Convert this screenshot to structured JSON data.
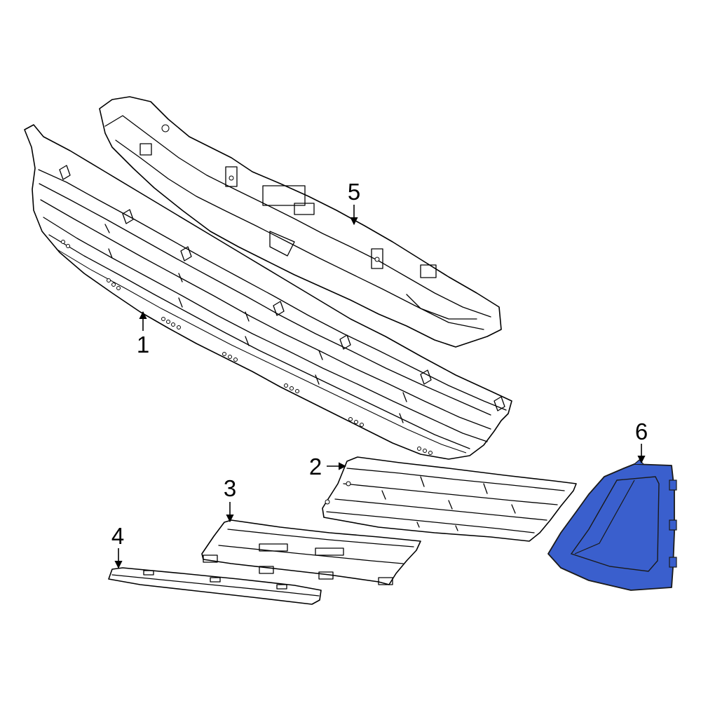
{
  "callouts": [
    {
      "id": "1",
      "label": "1"
    },
    {
      "id": "2",
      "label": "2"
    },
    {
      "id": "3",
      "label": "3"
    },
    {
      "id": "4",
      "label": "4"
    },
    {
      "id": "5",
      "label": "5"
    },
    {
      "id": "6",
      "label": "6"
    }
  ],
  "colors": {
    "line": "#000000",
    "background": "#ffffff",
    "highlight_fill": "#3a5fcd",
    "highlight_stroke": "#1a1a1a"
  },
  "highlighted_part": "6"
}
